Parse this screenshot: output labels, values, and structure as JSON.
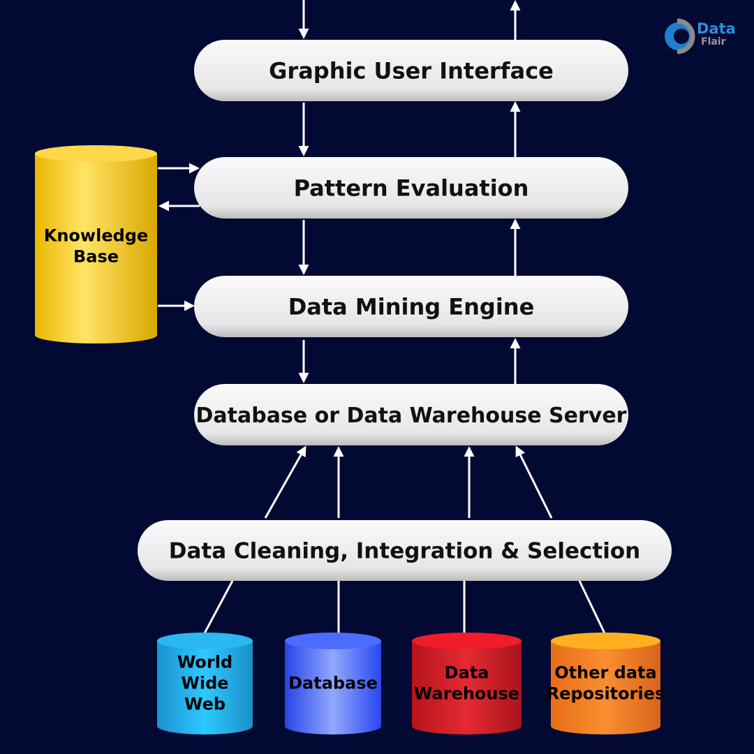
{
  "logo": {
    "line1": "Data",
    "line2": "Flair"
  },
  "layers": [
    {
      "id": "gui",
      "label": "Graphic User Interface"
    },
    {
      "id": "pattern",
      "label": "Pattern Evaluation"
    },
    {
      "id": "engine",
      "label": "Data Mining Engine"
    },
    {
      "id": "server",
      "label": "Database or Data Warehouse Server"
    },
    {
      "id": "cleaning",
      "label": "Data Cleaning, Integration & Selection"
    }
  ],
  "knowledge_base": {
    "line1": "Knowledge",
    "line2": "Base"
  },
  "sources": [
    {
      "lines": [
        "World",
        "Wide",
        "Web"
      ]
    },
    {
      "lines": [
        "Database"
      ]
    },
    {
      "lines": [
        "Data",
        "Warehouse"
      ]
    },
    {
      "lines": [
        "Other data",
        "Repositories"
      ]
    }
  ],
  "colors": {
    "background": "#020a33",
    "box": "#eeeeee",
    "kb": "#f2c40c",
    "www": "#1fb1e8",
    "db": "#3f63f5",
    "dw": "#d0202a",
    "other": "#f07f22"
  }
}
